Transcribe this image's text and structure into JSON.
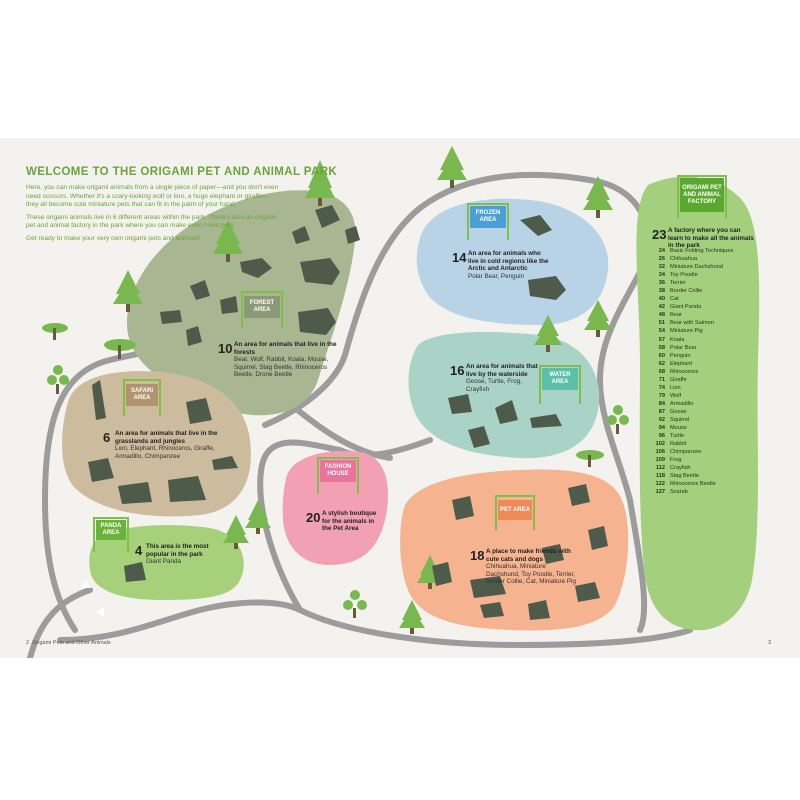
{
  "title": "WELCOME TO THE ORIGAMI PET AND ANIMAL PARK",
  "intro": [
    "Here, you can make origami animals from a single piece of paper—and you don't even need scissors. Whether it's a scary-looking wolf or lion, a huge elephant or giraffe—they all become cute miniature pets that can fit in the palm of your hand.",
    "These origami animals live in 6 different areas within the park. There's also an origami pet and animal factory in the park where you can make even more pets.",
    "Get ready to make your very own origami pets and animals!"
  ],
  "areas": {
    "forest": {
      "sign": "FOREST AREA",
      "number": "10",
      "heading": "An area for animals that live in the forests",
      "animals": "Bear, Wolf, Rabbit, Koala, Mouse, Squirrel, Stag Beetle, Rhinoceros Beetle, Drone Beetle"
    },
    "frozen": {
      "sign": "FROZEN AREA",
      "number": "14",
      "heading": "An area for animals who live in cold regions like the Arctic and Antarctic",
      "animals": "Polar Bear, Penguin"
    },
    "water": {
      "sign": "WATER AREA",
      "number": "16",
      "heading": "An area for animals that live by the waterside",
      "animals": "Goose, Turtle, Frog, Crayfish"
    },
    "safari": {
      "sign": "SAFARI AREA",
      "number": "6",
      "heading": "An area for animals that live in the grasslands and jungles",
      "animals": "Lion, Elephant, Rhinoceros, Giraffe, Armadillo, Chimpanzee"
    },
    "panda": {
      "sign": "PANDA AREA",
      "number": "4",
      "heading": "This area is the most popular in the park",
      "animals": "Giant Panda"
    },
    "fashion": {
      "sign": "FASHION HOUSE",
      "number": "20",
      "heading": "A stylish boutique for the animals in the Pet Area",
      "animals": ""
    },
    "pet": {
      "sign": "PET AREA",
      "number": "18",
      "heading": "A place to make friends with cute cats and dogs",
      "animals": "Chihuahua, Miniature Dachshund, Toy Poodle, Terrier, Border Collie, Cat, Miniature Pig"
    },
    "factory": {
      "sign": "ORIGAMI PET AND ANIMAL FACTORY",
      "number": "23",
      "heading": "A factory where you can learn to make all the animals in the park"
    }
  },
  "factory_list": [
    {
      "page": "24",
      "name": "Basic Folding Techniques"
    },
    {
      "page": "26",
      "name": "Chihuahua"
    },
    {
      "page": "32",
      "name": "Miniature Dachshund"
    },
    {
      "page": "34",
      "name": "Toy Poodle"
    },
    {
      "page": "36",
      "name": "Terrier"
    },
    {
      "page": "38",
      "name": "Border Collie"
    },
    {
      "page": "40",
      "name": "Cat"
    },
    {
      "page": "42",
      "name": "Giant Panda"
    },
    {
      "page": "48",
      "name": "Bear"
    },
    {
      "page": "51",
      "name": "Bear with Salmon"
    },
    {
      "page": "54",
      "name": "Miniature Pig"
    },
    {
      "page": "57",
      "name": "Koala"
    },
    {
      "page": "58",
      "name": "Polar Bear"
    },
    {
      "page": "60",
      "name": "Penguin"
    },
    {
      "page": "62",
      "name": "Elephant"
    },
    {
      "page": "68",
      "name": "Rhinoceros"
    },
    {
      "page": "71",
      "name": "Giraffe"
    },
    {
      "page": "74",
      "name": "Lion"
    },
    {
      "page": "79",
      "name": "Wolf"
    },
    {
      "page": "84",
      "name": "Armadillo"
    },
    {
      "page": "87",
      "name": "Goose"
    },
    {
      "page": "92",
      "name": "Squirrel"
    },
    {
      "page": "94",
      "name": "Mouse"
    },
    {
      "page": "96",
      "name": "Turtle"
    },
    {
      "page": "102",
      "name": "Rabbit"
    },
    {
      "page": "106",
      "name": "Chimpanzee"
    },
    {
      "page": "109",
      "name": "Frog"
    },
    {
      "page": "112",
      "name": "Crayfish"
    },
    {
      "page": "118",
      "name": "Stag Beetle"
    },
    {
      "page": "122",
      "name": "Rhinoceros Beetle"
    },
    {
      "page": "127",
      "name": "Scarab"
    }
  ],
  "footer": {
    "left_page": "2",
    "left_title": "Origami Pets and Other Animals",
    "right_page": "3"
  },
  "colors": {
    "forest": "#a8b792",
    "frozen": "#b8d3e6",
    "water": "#a9d3c6",
    "safari": "#cdbb9e",
    "panda": "#a7d07b",
    "fashion": "#f2a0b3",
    "pet": "#f5b48f",
    "factory": "#a4cf7d",
    "road": "#9c9c9c",
    "tree": "#79b84e",
    "animal": "#4e5a4a",
    "title": "#6aa43a"
  }
}
